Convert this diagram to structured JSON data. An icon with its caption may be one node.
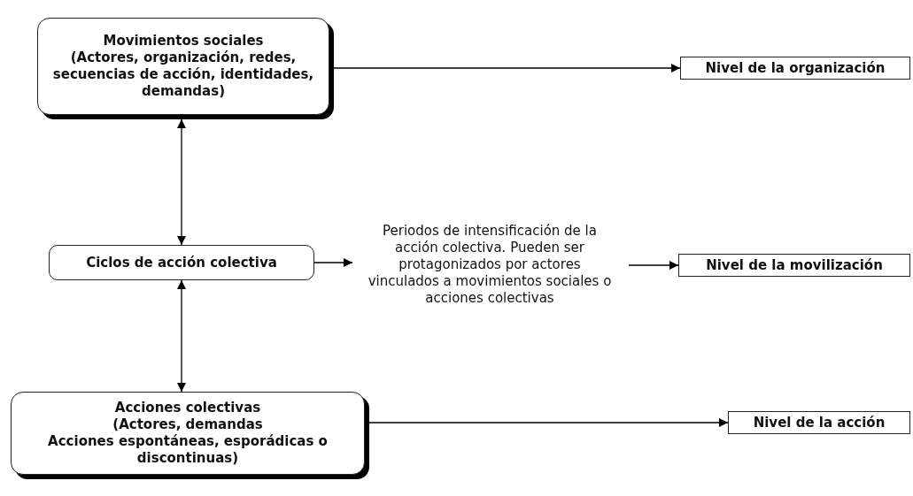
{
  "diagram": {
    "nodes": [
      {
        "text": [
          "Movimientos sociales",
          "(Actores, organización, redes, secuencias de acción, identidades, demandas)"
        ]
      },
      {
        "text": [
          "Nivel de la organización"
        ]
      },
      {
        "text": [
          "Ciclos de acción colectiva"
        ]
      },
      {
        "text": [
          "Periodos de intensificación de la acción colectiva. Pueden ser protagonizados por actores vinculados a movimientos sociales o acciones colectivas"
        ]
      },
      {
        "text": [
          "Nivel de la movilización"
        ]
      },
      {
        "text": [
          "Acciones colectivas",
          "(Actores, demandas",
          "Acciones espontáneas, esporádicas o discontinuas)"
        ]
      },
      {
        "text": [
          "Nivel de la acción"
        ]
      }
    ],
    "edges": [
      {
        "from": 0,
        "to": 1,
        "arrow": "to"
      },
      {
        "from": 0,
        "to": 2,
        "arrow": "both"
      },
      {
        "from": 2,
        "to": 3,
        "arrow": "to"
      },
      {
        "from": 3,
        "to": 4,
        "arrow": "to"
      },
      {
        "from": 2,
        "to": 5,
        "arrow": "both"
      },
      {
        "from": 5,
        "to": 6,
        "arrow": "to"
      }
    ]
  }
}
